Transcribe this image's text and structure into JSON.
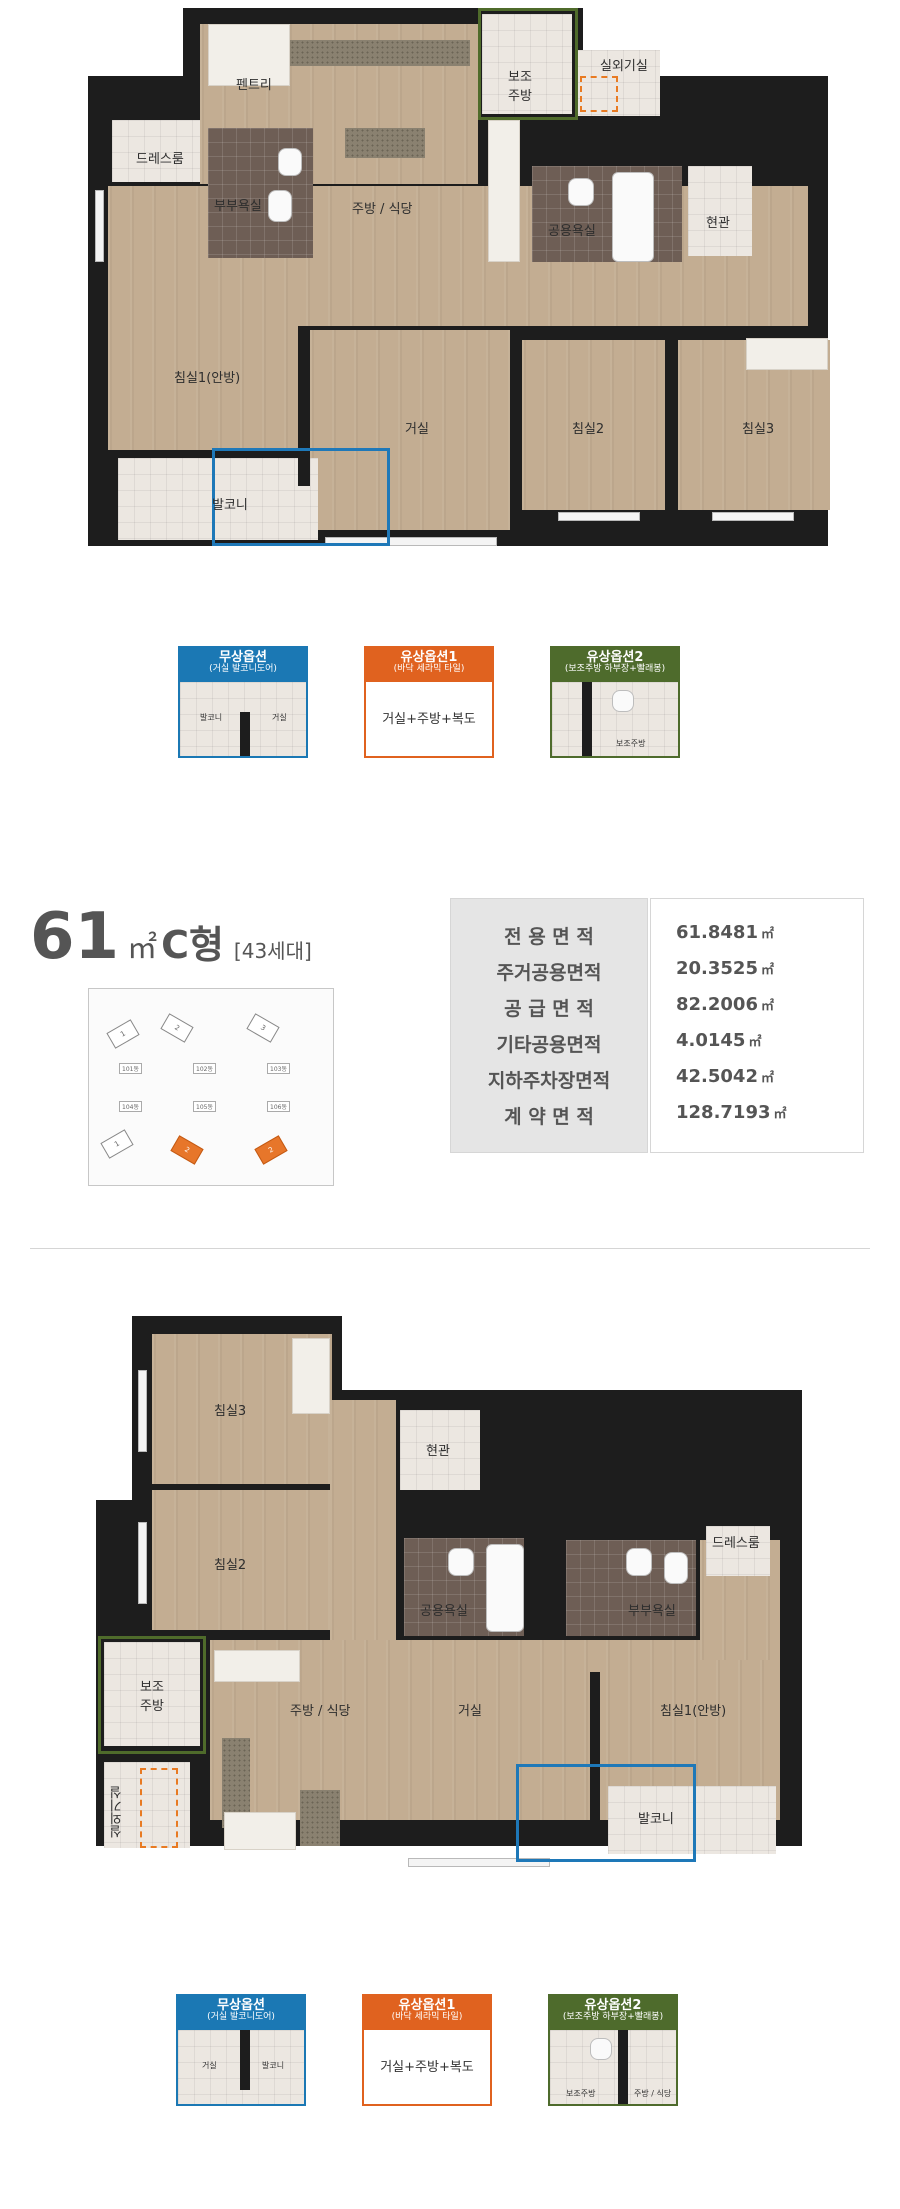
{
  "plan_top": {
    "rooms": {
      "pantry": "펜트리",
      "aux_kitchen": "보조\n주방",
      "utility": "실외기실",
      "dress": "드레스룸",
      "master_bath": "부부욕실",
      "kitchen": "주방 / 식당",
      "common_bath": "공용욕실",
      "entrance": "현관",
      "bed1": "침실1(안방)",
      "living": "거실",
      "bed2": "침실2",
      "bed3": "침실3",
      "balcony": "발코니"
    }
  },
  "options_top": [
    {
      "title": "무상옵션",
      "sub": "(거실 발코니도어)",
      "color": "#1b78b4",
      "mini": [
        "발코니",
        "거실"
      ]
    },
    {
      "title": "유상옵션1",
      "sub": "(바닥 세라믹 타일)",
      "color": "#e0621f",
      "body": "거실+주방+복도"
    },
    {
      "title": "유상옵션2",
      "sub": "(보조주방 하부장+빨래봉)",
      "color": "#4e6b2c",
      "mini": [
        "보조주방"
      ]
    }
  ],
  "unit": {
    "size": "61",
    "unit": "㎡",
    "type": "C형",
    "households": "[43세대]"
  },
  "areas": [
    {
      "label": "전 용 면 적",
      "value": "61.8481",
      "unit": "㎡"
    },
    {
      "label": "주거공용면적",
      "value": "20.3525",
      "unit": "㎡"
    },
    {
      "label": "공 급 면 적",
      "value": "82.2006",
      "unit": "㎡"
    },
    {
      "label": "기타공용면적",
      "value": "4.0145",
      "unit": "㎡"
    },
    {
      "label": "지하주차장면적",
      "value": "42.5042",
      "unit": "㎡"
    },
    {
      "label": "계 약 면 적",
      "value": "128.7193",
      "unit": "㎡"
    }
  ],
  "sitemap": {
    "tags": [
      "101동",
      "102동",
      "103동",
      "104동",
      "105동",
      "106동"
    ]
  },
  "plan_bottom": {
    "rooms": {
      "bed3": "침실3",
      "entrance": "현관",
      "bed2": "침실2",
      "dress": "드레스룸",
      "common_bath": "공용욕실",
      "master_bath": "부부욕실",
      "aux_kitchen": "보조\n주방",
      "kitchen": "주방 / 식당",
      "living": "거실",
      "bed1": "침실1(안방)",
      "utility": "실외기실",
      "balcony": "발코니"
    }
  },
  "options_bottom": [
    {
      "title": "무상옵션",
      "sub": "(거실 발코니도어)",
      "color": "#1b78b4",
      "mini": [
        "거실",
        "발코니"
      ]
    },
    {
      "title": "유상옵션1",
      "sub": "(바닥 세라믹 타일)",
      "color": "#e0621f",
      "body": "거실+주방+복도"
    },
    {
      "title": "유상옵션2",
      "sub": "(보조주방 하부장+빨래봉)",
      "color": "#4e6b2c",
      "mini": [
        "보조주방",
        "주방 / 식당"
      ]
    }
  ]
}
